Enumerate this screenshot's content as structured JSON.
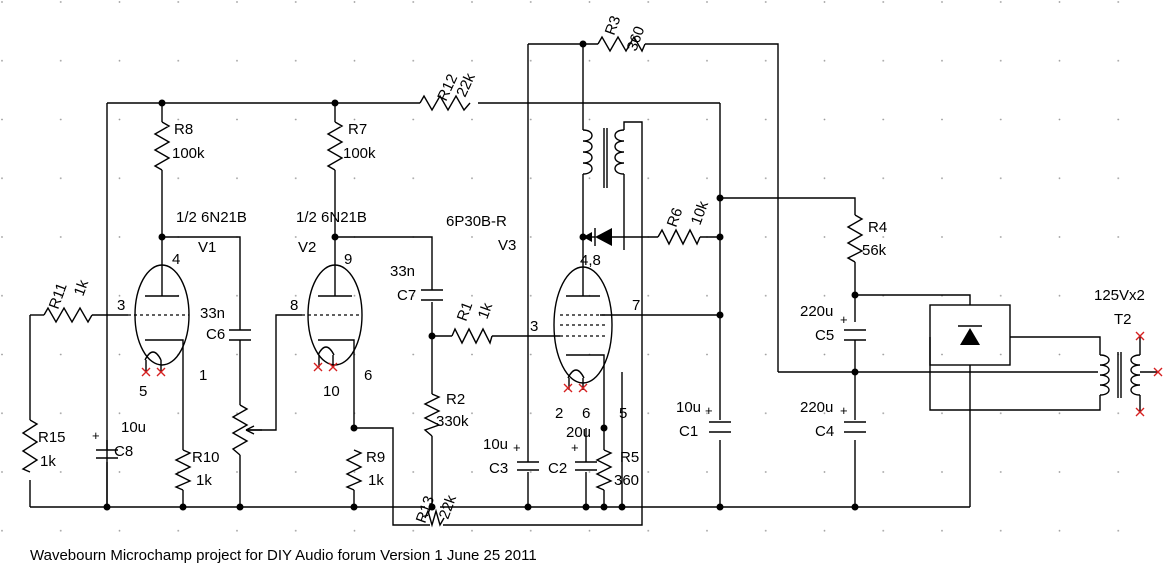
{
  "caption": "Wavebourn Microchamp project for DIY Audio forum Version 1 June 25 2011",
  "components": {
    "R1": {
      "ref": "R1",
      "value": "1k"
    },
    "R2": {
      "ref": "R2",
      "value": "330k"
    },
    "R3": {
      "ref": "R3",
      "value": "360"
    },
    "R4": {
      "ref": "R4",
      "value": "56k"
    },
    "R5": {
      "ref": "R5",
      "value": "360"
    },
    "R6": {
      "ref": "R6",
      "value": "10k"
    },
    "R7": {
      "ref": "R7",
      "value": "100k"
    },
    "R8": {
      "ref": "R8",
      "value": "100k"
    },
    "R9": {
      "ref": "R9",
      "value": "1k"
    },
    "R10": {
      "ref": "R10",
      "value": "1k"
    },
    "R11": {
      "ref": "R11",
      "value": "1k"
    },
    "R12": {
      "ref": "R12",
      "value": "22k"
    },
    "R13": {
      "ref": "R13",
      "value": "22k"
    },
    "R15": {
      "ref": "R15",
      "value": "1k"
    },
    "C1": {
      "ref": "C1",
      "value": "10u"
    },
    "C2": {
      "ref": "C2",
      "value": "20u"
    },
    "C3": {
      "ref": "C3",
      "value": "10u"
    },
    "C4": {
      "ref": "C4",
      "value": "220u"
    },
    "C5": {
      "ref": "C5",
      "value": "220u"
    },
    "C6": {
      "ref": "C6",
      "value": "33n"
    },
    "C7": {
      "ref": "C7",
      "value": "33n"
    },
    "C8": {
      "ref": "C8",
      "value": "10u"
    },
    "V1": {
      "ref": "V1",
      "type": "1/2 6N21B"
    },
    "V2": {
      "ref": "V2",
      "type": "1/2 6N21B"
    },
    "V3": {
      "ref": "V3",
      "type": "6P30B-R"
    },
    "T2": {
      "ref": "T2",
      "type": "125Vx2"
    }
  },
  "pins": {
    "v1_plate": "4",
    "v1_grid": "3",
    "v1_heater_a": "5",
    "v1_cathode": "1",
    "v2_plate": "9",
    "v2_grid": "8",
    "v2_heater": "10",
    "v2_cathode": "6",
    "v3_plate": "4,8",
    "v3_grid": "3",
    "v3_g2": "7",
    "v3_heater_a": "2",
    "v3_heater_b": "6",
    "v3_cathode": "5"
  },
  "polarity_mark": "+"
}
